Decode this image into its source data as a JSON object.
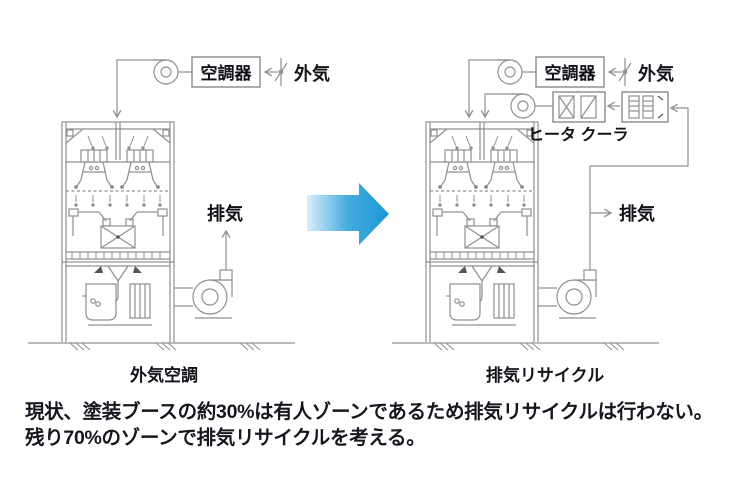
{
  "left_diagram": {
    "air_conditioner_label": "空調器",
    "outside_air_label": "外気",
    "exhaust_label": "排気",
    "caption": "外気空調"
  },
  "right_diagram": {
    "air_conditioner_label": "空調器",
    "outside_air_label": "外気",
    "exhaust_label": "排気",
    "heater_cooler_label": "ヒータ クーラ",
    "caption": "排気リサイクル"
  },
  "note": {
    "line1": "現状、塗装ブースの約30%は有人ゾーンであるため排気リサイクルは行わない。",
    "line2": "残り70%のゾーンで排気リサイクルを考える。"
  },
  "colors": {
    "diagram_line": "#909090",
    "label_text": "#121218",
    "note_text": "#16161f",
    "arrow_blue": "#1b97d4",
    "arrow_blue_light": "#d9eefa"
  }
}
